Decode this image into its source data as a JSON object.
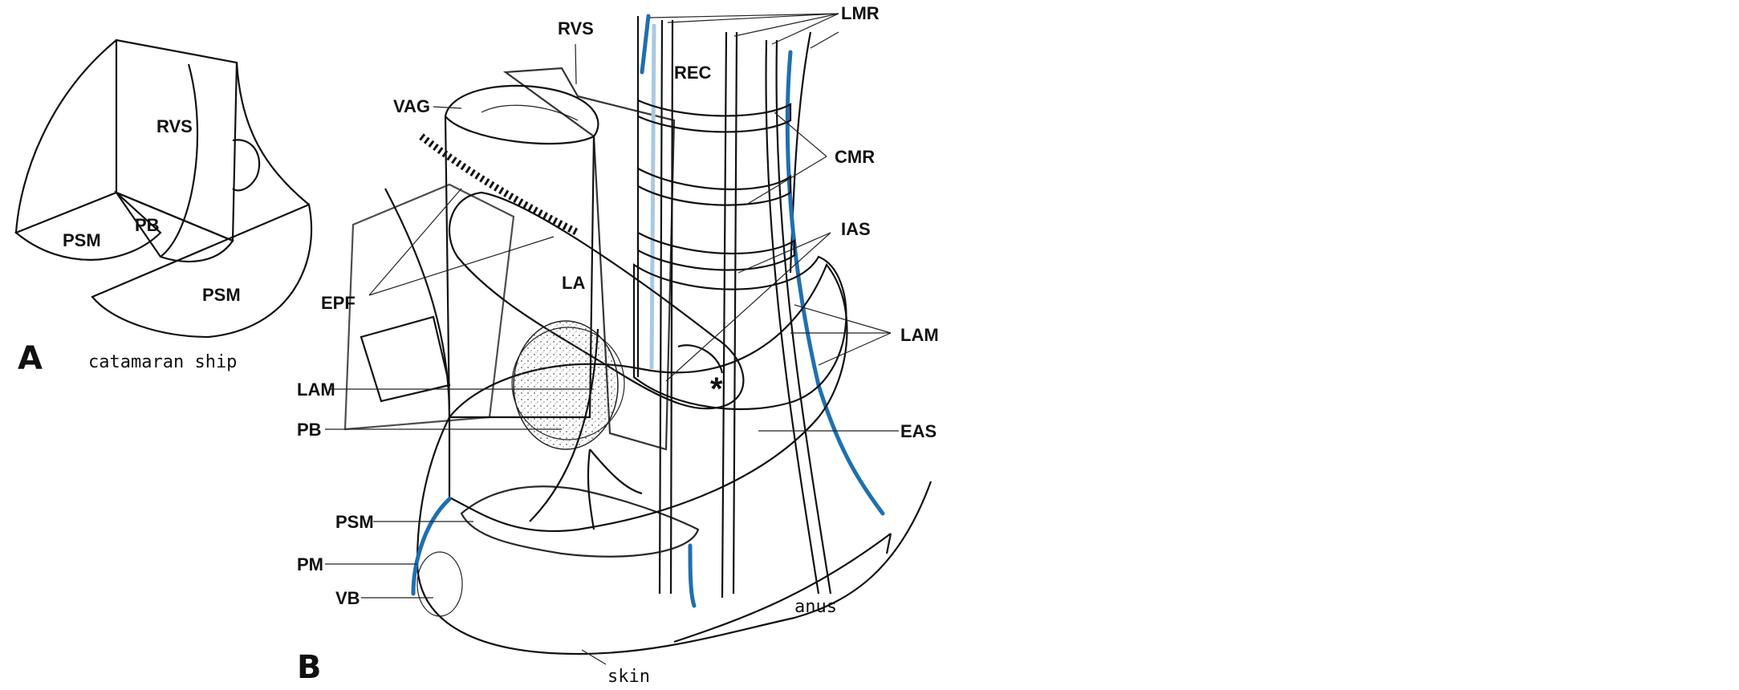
{
  "panel_a": {
    "letter": "A",
    "caption": "catamaran ship",
    "labels": {
      "rvs": "RVS",
      "pb": "PB",
      "psm_left": "PSM",
      "psm_right": "PSM"
    }
  },
  "panel_b": {
    "letter": "B",
    "labels": {
      "rvs": "RVS",
      "lmr": "LMR",
      "rec": "REC",
      "vag": "VAG",
      "cmr": "CMR",
      "ias": "IAS",
      "epf": "EPF",
      "la": "LA",
      "lam_right": "LAM",
      "lam_left": "LAM",
      "pb": "PB",
      "eas": "EAS",
      "psm": "PSM",
      "pm": "PM",
      "vb": "VB",
      "anus": "anus",
      "skin": "skin",
      "asterisk": "*"
    }
  },
  "colors": {
    "nerve_blue": "#1f6fb0",
    "light_blue": "#a9c9e3",
    "ink": "#111111"
  }
}
